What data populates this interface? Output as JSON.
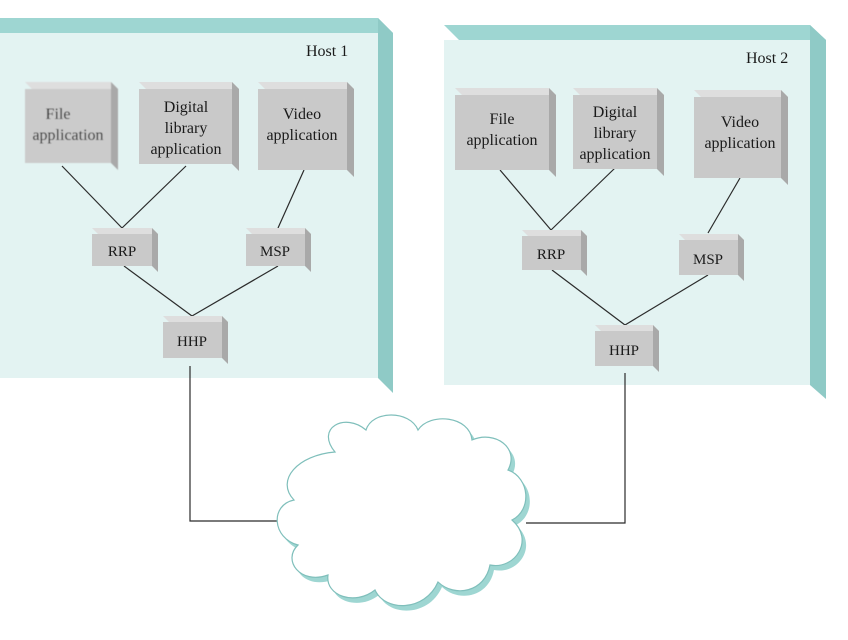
{
  "hosts": [
    {
      "label": "Host 1",
      "apps": [
        {
          "lines": [
            "File",
            "application"
          ]
        },
        {
          "lines": [
            "Digital",
            "library",
            "application"
          ]
        },
        {
          "lines": [
            "Video",
            "application"
          ]
        }
      ],
      "protocols": {
        "rrp": "RRP",
        "msp": "MSP",
        "hhp": "HHP"
      }
    },
    {
      "label": "Host 2",
      "apps": [
        {
          "lines": [
            "File",
            "application"
          ]
        },
        {
          "lines": [
            "Digital",
            "library",
            "application"
          ]
        },
        {
          "lines": [
            "Video",
            "application"
          ]
        }
      ],
      "protocols": {
        "rrp": "RRP",
        "msp": "MSP",
        "hhp": "HHP"
      }
    }
  ],
  "colors": {
    "host_face": "#e3f3f2",
    "host_edge": "#9ed6d2",
    "box_face": "#c9c9c9",
    "box_top": "#dedede",
    "box_side": "#a9a9a9",
    "cloud_fill": "#ffffff",
    "cloud_shadow": "#9ed6d2"
  }
}
